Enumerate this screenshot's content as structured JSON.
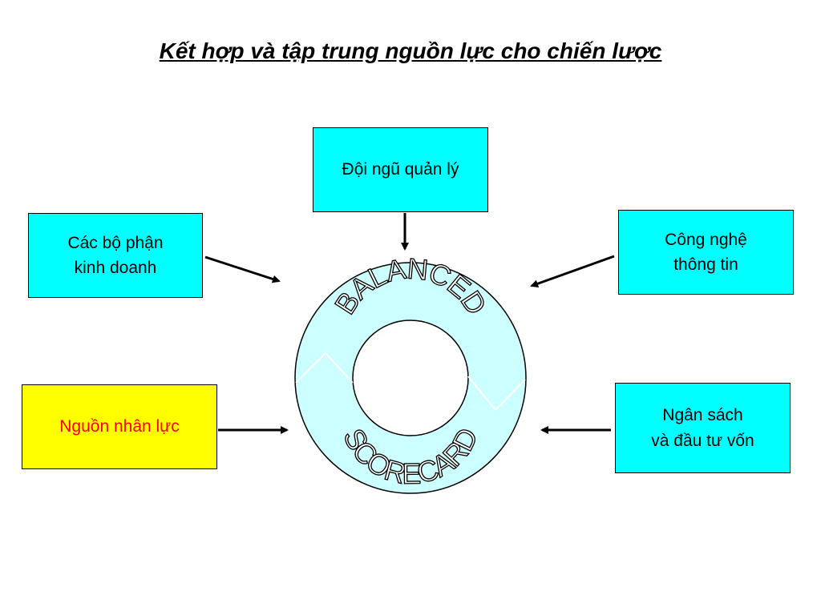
{
  "title": "Kết hợp và tập trung nguồn lực cho chiến lược",
  "center": {
    "top_text": "BALANCED",
    "bottom_text": "SCORECARD"
  },
  "boxes": {
    "top": {
      "label": "Đội ngũ quản lý"
    },
    "left_top": {
      "label": "Các bộ phận\nkinh doanh"
    },
    "right_top": {
      "label": "Công nghệ\nthông tin"
    },
    "left_bottom": {
      "label": "Nguồn nhân lực"
    },
    "right_bottom": {
      "label": "Ngân sách\nvà đầu tư vốn"
    }
  },
  "colors": {
    "box_fill": "#00ffff",
    "highlight_fill": "#ffff00",
    "highlight_text": "#ff0000",
    "ring_fill": "#ccffff"
  }
}
